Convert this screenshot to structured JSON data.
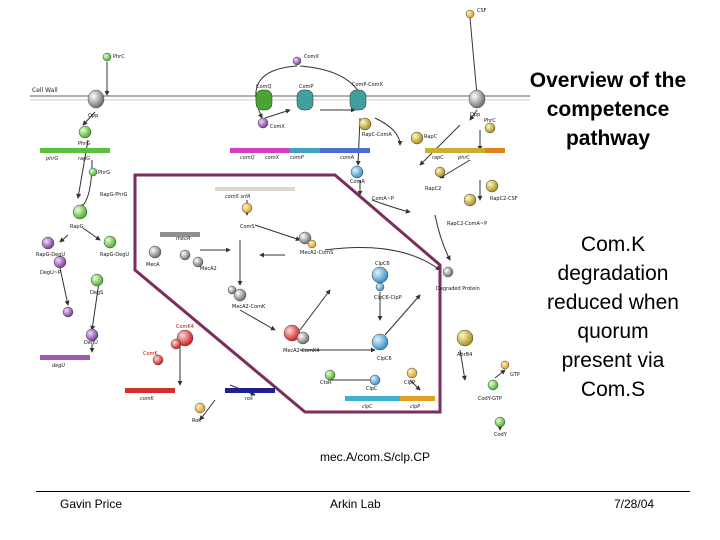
{
  "slide": {
    "title": "Overview of the competence pathway",
    "body": "Com.K degradation reduced when quorum present via Com.S",
    "caption": "mec.A/com.S/clp.CP"
  },
  "footer": {
    "left": "Gavin Price",
    "center": "Arkin Lab",
    "right": "7/28/04"
  },
  "diagram": {
    "cell_wall_label": "Cell Wall",
    "node_labels": {
      "phrc_pentapep": "PhrC",
      "comx_pheromone": "ComX",
      "csf": "CSF",
      "opp_left": "Opp",
      "opp_right": "Opp",
      "comq": "ComQ",
      "comp": "ComP",
      "comp_comx": "ComP-ComX",
      "comx": "ComX",
      "phrg": "PhrG",
      "phrg_in": "PhrG",
      "rapc_coma": "RapC-ComA",
      "phrc": "PhrC",
      "rapc": "RapC",
      "coma": "ComA",
      "coma_p": "ComA~P",
      "rapg": "RapG",
      "rapg_phrg": "RapG-PhrG",
      "coms": "ComS",
      "meca": "MecA",
      "meca2": "MecA2",
      "meca2_coms": "MecA2-ComS",
      "rapc2": "RapC2",
      "rapc2_csf": "RapC2-CSF",
      "rapg_degu": "RapG-DegU",
      "rapg_degu2": "RapG-DegU",
      "degu_p": "DegU~P",
      "degs": "DegS",
      "degu": "DegU",
      "meca2_comk": "MecA2-ComK",
      "meca2_comk4": "MecA2-ComK4",
      "clpc": "ClpC6",
      "clpc_clpp": "ClpC6-ClpP",
      "degraded_protein": "Degraded Protein",
      "comk4": "ComK4",
      "comk": "ComK",
      "clpc6": "ClpC6",
      "abrb": "AbrB4",
      "ctsr": "CtsR",
      "clpc_single": "ClpC",
      "clpp": "ClpP",
      "gtp": "GTP",
      "cody_gtp": "CodY-GTP",
      "cody": "CodY",
      "rok": "Rok",
      "rapc2_coma_p": "RapC2-ComA~P"
    },
    "gene_labels": {
      "phrg_gene": "phrG",
      "rapg_gene": "rapG",
      "comq_gene": "comQ",
      "comx_gene": "comX",
      "comp_gene": "comP",
      "coma_gene": "comA",
      "rapc_gene": "rapC",
      "phrc_gene": "phrC",
      "coms_gene": "comS srfA",
      "meca_gene": "mecA",
      "degu_gene": "degU",
      "comk_gene": "comK",
      "rok_gene": "rok",
      "clpc_gene": "clpC",
      "clpp_gene": "clpP"
    },
    "colors": {
      "highlight_box": "#7b2e5e",
      "node_green": "#7ed957",
      "node_purple": "#9b59b6",
      "node_gray": "#9a9a9a",
      "node_red": "#e74c3c",
      "node_blue": "#5dade2",
      "node_olive": "#c0b030"
    }
  }
}
